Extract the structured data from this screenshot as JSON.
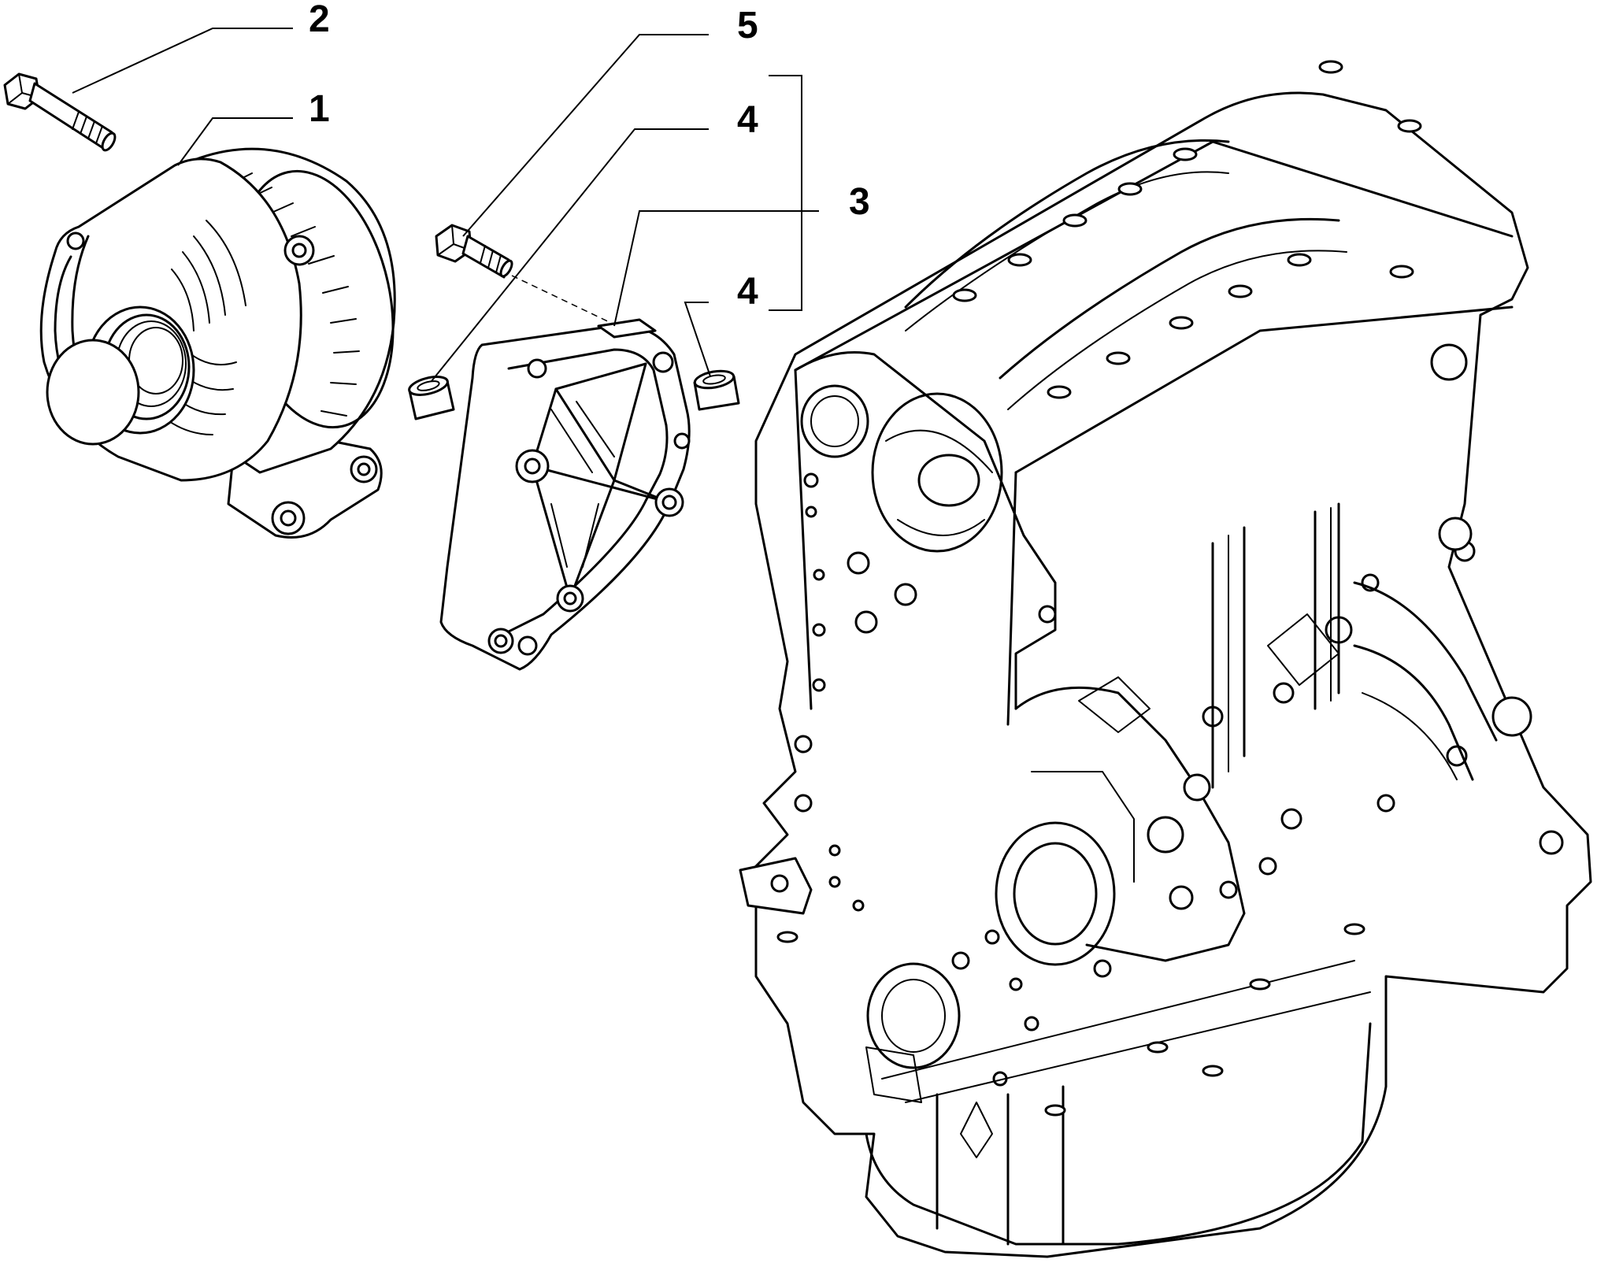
{
  "callouts": {
    "alternator": "1",
    "alternator_bolt": "2",
    "bracket": "3",
    "bushing_upper": "4",
    "bushing_lower": "4",
    "bracket_bolt": "5"
  }
}
